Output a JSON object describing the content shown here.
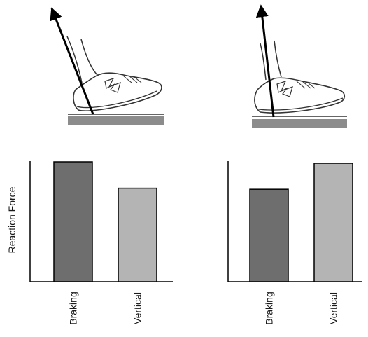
{
  "chart_data": [
    {
      "type": "bar",
      "categories": [
        "Braking",
        "Vertical"
      ],
      "values": [
        100,
        78
      ],
      "ylabel": "Reaction Force",
      "ylim": [
        0,
        100
      ],
      "grid": false,
      "colors": [
        "#6e6e6e",
        "#b4b4b4"
      ]
    },
    {
      "type": "bar",
      "categories": [
        "Braking",
        "Vertical"
      ],
      "values": [
        78,
        100
      ],
      "ylabel": "",
      "ylim": [
        0,
        100
      ],
      "grid": false,
      "colors": [
        "#6e6e6e",
        "#b4b4b4"
      ]
    }
  ],
  "illustrations": [
    {
      "name": "heel-strike-shoe",
      "force_arrow": "angled-backward"
    },
    {
      "name": "midstance-shoe",
      "force_arrow": "near-vertical"
    }
  ]
}
